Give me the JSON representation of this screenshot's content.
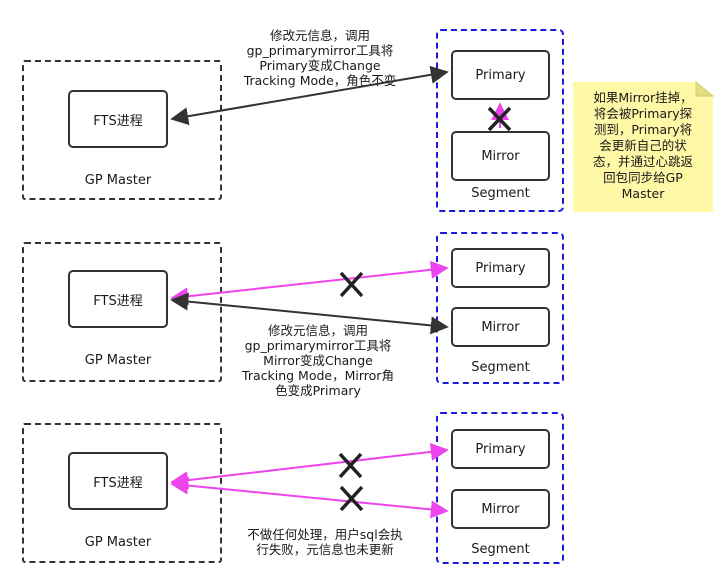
{
  "scenarios": [
    {
      "master": {
        "node_label": "FTS进程",
        "caption": "GP Master"
      },
      "segment": {
        "primary_label": "Primary",
        "mirror_label": "Mirror",
        "caption": "Segment"
      },
      "annotation_lines": [
        "修改元信息，调用",
        "gp_primarymirror工具将",
        "Primary变成Change",
        "Tracking Mode，角色不变"
      ]
    },
    {
      "master": {
        "node_label": "FTS进程",
        "caption": "GP Master"
      },
      "segment": {
        "primary_label": "Primary",
        "mirror_label": "Mirror",
        "caption": "Segment"
      },
      "annotation_lines": [
        "修改元信息，调用",
        "gp_primarymirror工具将",
        "Mirror变成Change",
        "Tracking Mode，Mirror角",
        "色变成Primary"
      ]
    },
    {
      "master": {
        "node_label": "FTS进程",
        "caption": "GP Master"
      },
      "segment": {
        "primary_label": "Primary",
        "mirror_label": "Mirror",
        "caption": "Segment"
      },
      "annotation_lines": [
        "不做任何处理，用户sql会执",
        "行失败，元信息也未更新"
      ]
    }
  ],
  "note": {
    "lines": [
      "如果Mirror挂掉，",
      "将会被Primary探",
      "测到，Primary将",
      "会更新自己的状",
      "态，并通过心跳返",
      "回包同步给GP",
      "Master"
    ]
  },
  "colors": {
    "heartbeat": "#ee44ee",
    "control": "#333333",
    "segment_border": "#1a1adf",
    "note_bg": "#fff8a6"
  }
}
